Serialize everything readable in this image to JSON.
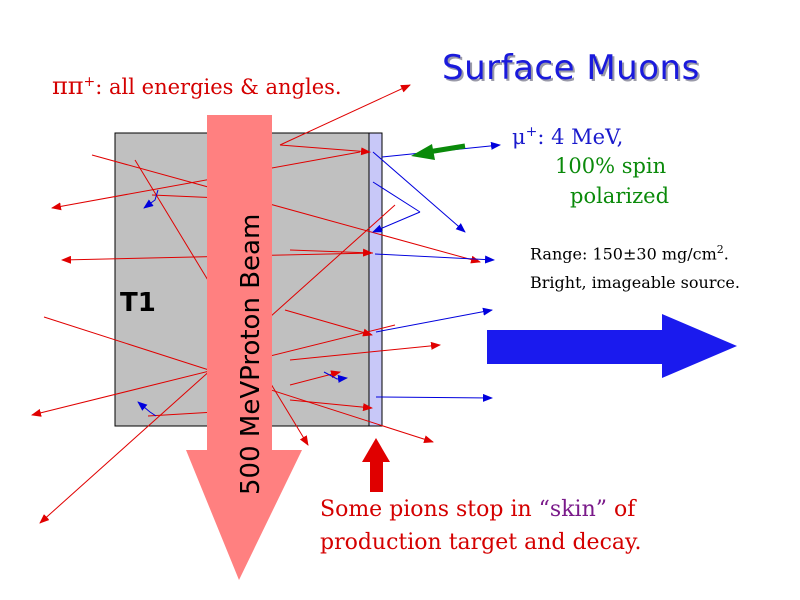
{
  "title": "Surface Muons",
  "pions": {
    "symbol": "ππ",
    "charge": "+",
    "text": ": all energies & angles."
  },
  "muon": {
    "symbol": "μ",
    "charge": "+",
    "energy": ": 4 MeV,",
    "spin_line1": "100% spin",
    "spin_line2": "polarized"
  },
  "range": {
    "text": "Range: 150±30 mg/cm",
    "exp": "2",
    "end": "."
  },
  "bright": "Bright, imageable source.",
  "target_label": "T1",
  "beam_label": "500 MeVProton Beam",
  "skin_note": {
    "line1_a": "Some pions stop in ",
    "line1_skin": "“skin”",
    "line1_b": " of",
    "line2": "production target and decay."
  },
  "colors": {
    "title": "#1a1adc",
    "pion_track": "#e00000",
    "muon_track": "#0000dd",
    "target": "#c0c0c0",
    "skin": "#c8c8f8",
    "beam": "#ff8080",
    "green_arrow": "#0a8a0a"
  }
}
